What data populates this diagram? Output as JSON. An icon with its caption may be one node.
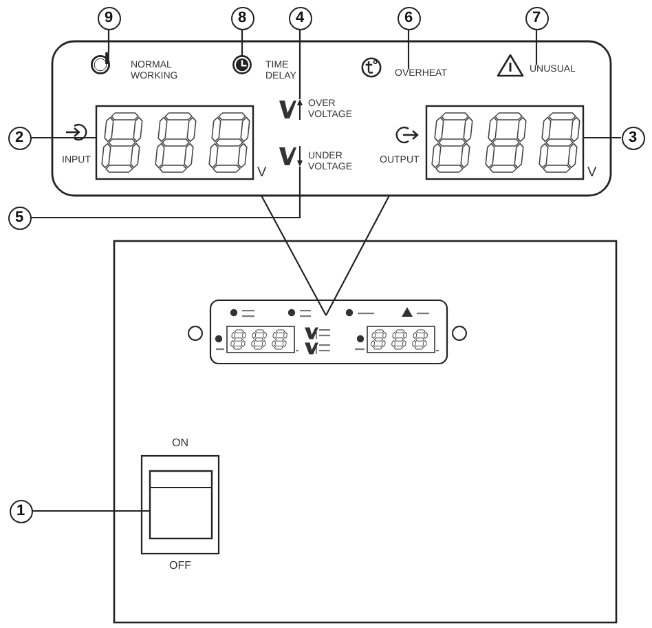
{
  "diagram": {
    "nodes": [
      {
        "text": [
          "9"
        ]
      },
      {
        "text": [
          "8"
        ]
      },
      {
        "text": [
          "4"
        ]
      },
      {
        "text": [
          "6"
        ]
      },
      {
        "text": [
          "7"
        ]
      },
      {
        "text": [
          "2"
        ]
      },
      {
        "text": [
          "3"
        ]
      },
      {
        "text": [
          "5"
        ]
      },
      {
        "text": [
          "1"
        ]
      },
      {
        "text": [],
        "shape": "picture",
        "beside": [
          "NORMAL WORKING"
        ]
      },
      {
        "text": [],
        "shape": "picture",
        "beside": [
          "TIME DELAY"
        ]
      },
      {
        "text": [],
        "shape": "picture",
        "beside": [
          "OVER VOLTAGE"
        ]
      },
      {
        "text": [
          "OVERHEAT"
        ]
      },
      {
        "text": [
          "UNUSUAL"
        ]
      },
      {
        "text": [],
        "shape": "box",
        "beside": [
          "INPUT",
          "V"
        ]
      },
      {
        "text": [],
        "shape": "box",
        "beside": [
          "OUTPUT",
          "V"
        ]
      },
      {
        "text": [],
        "shape": "picture",
        "beside": [
          "UNDER VOLTAGE"
        ]
      },
      {
        "text": [],
        "shape": "box",
        "beside": [
          "ON",
          "OFF"
        ]
      }
    ],
    "edges": [
      {
        "from": 0,
        "to": 9,
        "arrow": "none"
      },
      {
        "from": 1,
        "to": 10,
        "arrow": "none"
      },
      {
        "from": 2,
        "to": 11,
        "arrow": "none"
      },
      {
        "from": 3,
        "to": 12,
        "arrow": "none"
      },
      {
        "from": 4,
        "to": 13,
        "arrow": "none"
      },
      {
        "from": 5,
        "to": 14,
        "arrow": "none"
      },
      {
        "from": 6,
        "to": 15,
        "arrow": "none"
      },
      {
        "from": 7,
        "to": 16,
        "arrow": "none"
      },
      {
        "from": 8,
        "to": 17,
        "arrow": "none"
      }
    ]
  }
}
